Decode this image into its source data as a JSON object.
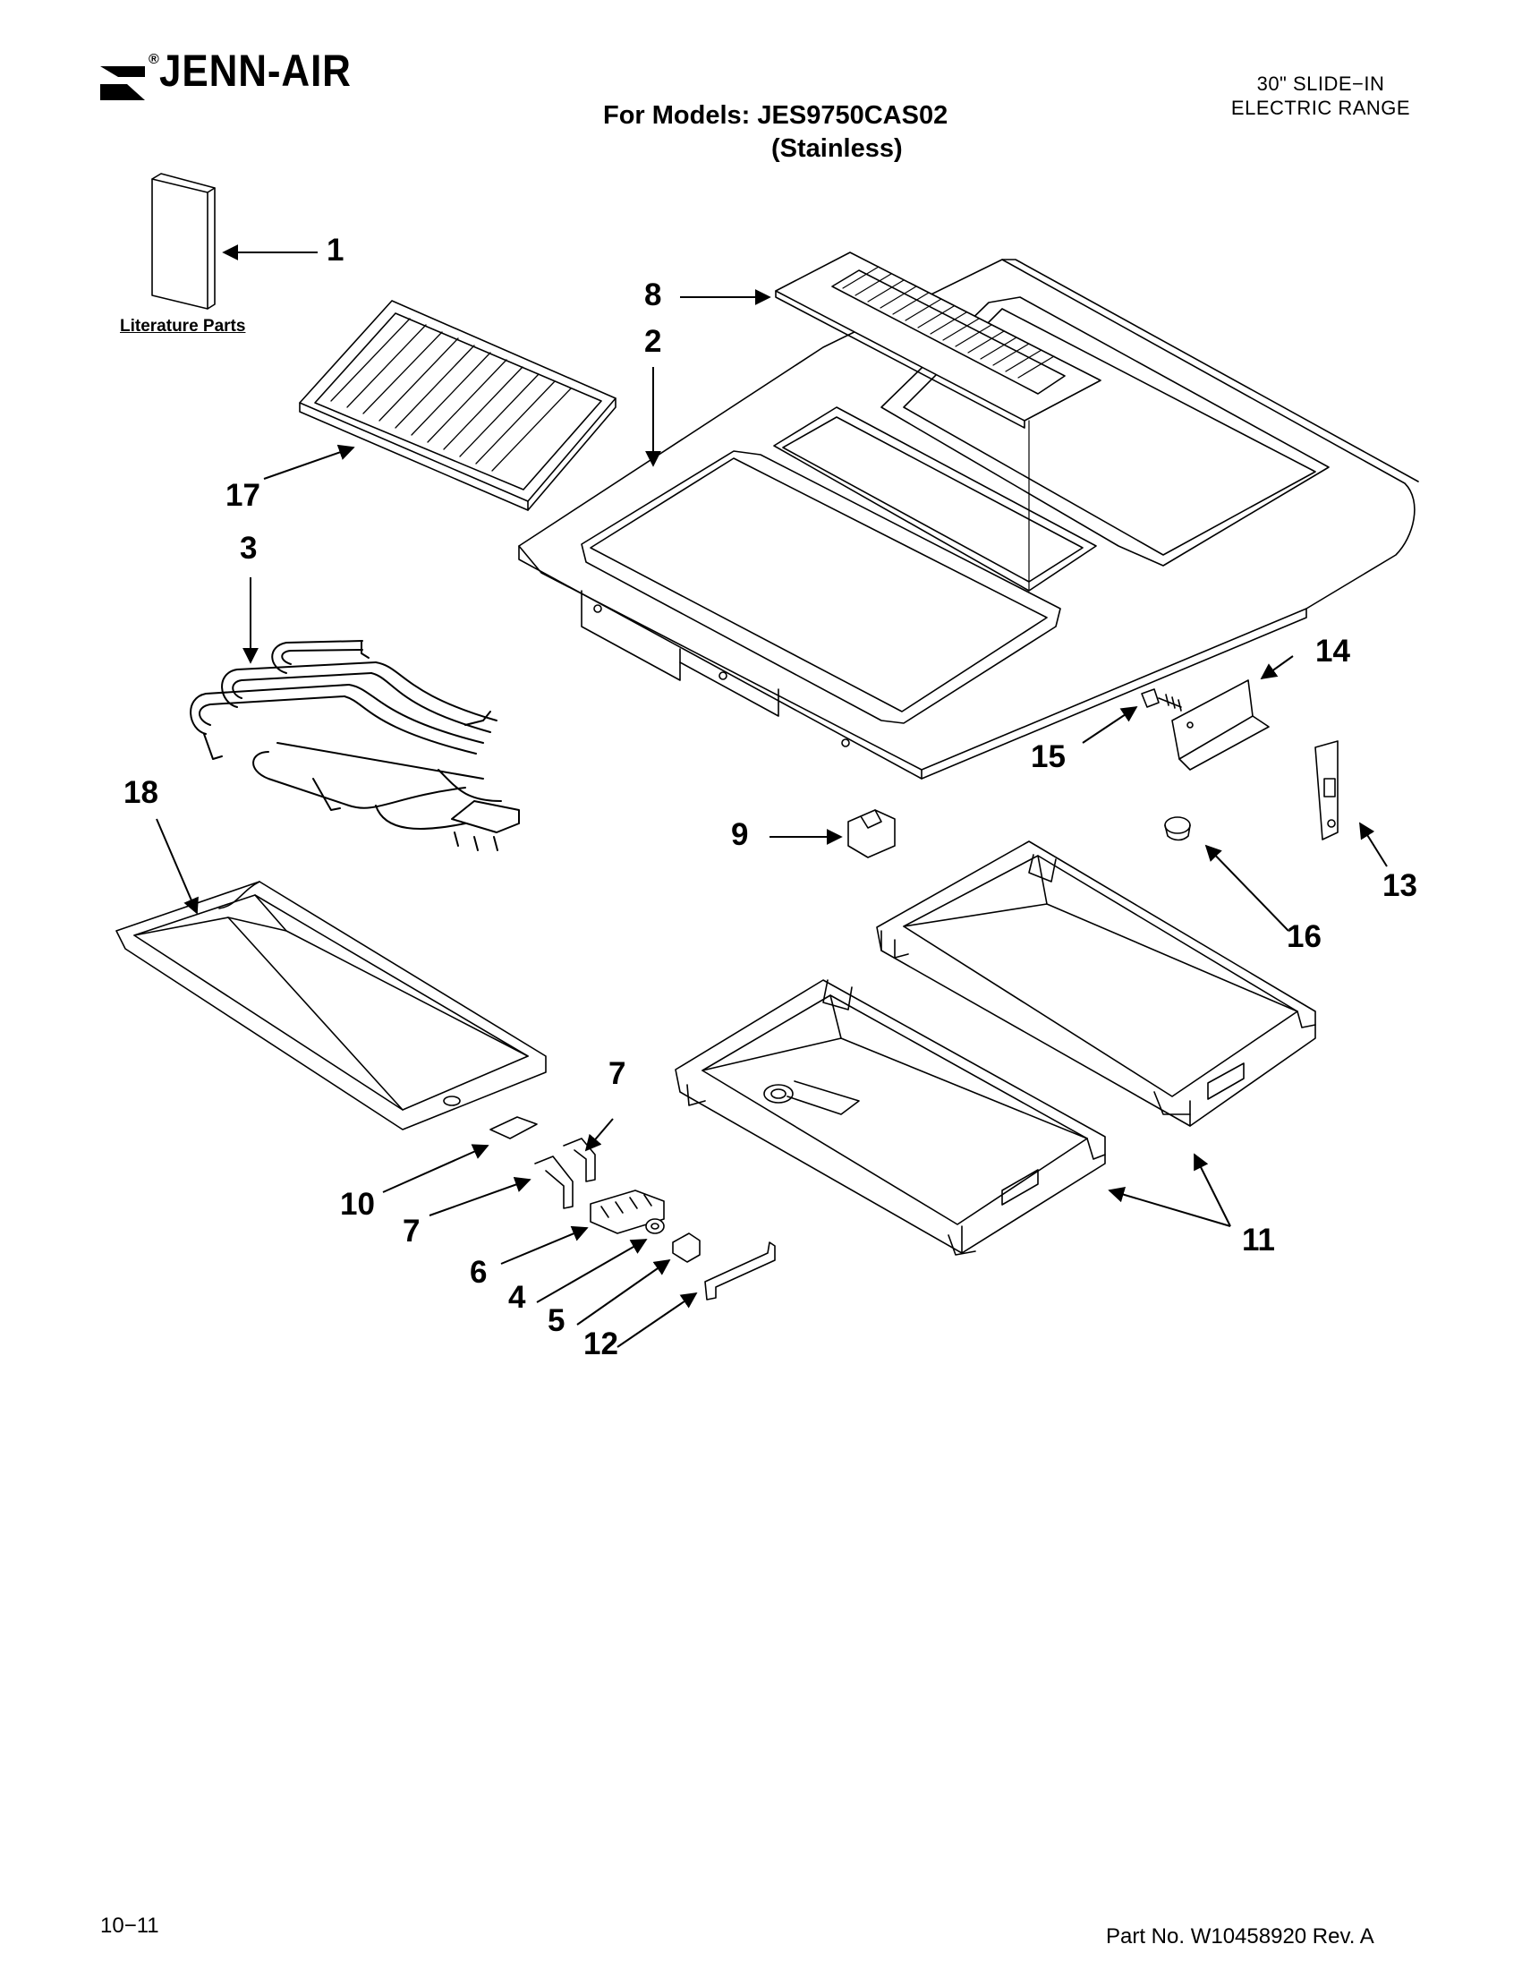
{
  "header": {
    "brand": "JENN-AIR",
    "reg_mark": "®",
    "models_line": "For Models: JES9750CAS02",
    "finish": "(Stainless)",
    "product_line1": "30\" SLIDE−IN",
    "product_line2": "ELECTRIC RANGE"
  },
  "literature_label": "Literature Parts",
  "callouts": {
    "c1": "1",
    "c2": "2",
    "c3": "3",
    "c4": "4",
    "c5": "5",
    "c6": "6",
    "c7a": "7",
    "c7b": "7",
    "c8": "8",
    "c9": "9",
    "c10": "10",
    "c11": "11",
    "c12": "12",
    "c13": "13",
    "c14": "14",
    "c15": "15",
    "c16": "16",
    "c17": "17",
    "c18": "18"
  },
  "footer": {
    "date_code": "10−11",
    "part_no": "Part No. W10458920 Rev. A"
  },
  "icons": [
    "jennair-logo-icon"
  ]
}
